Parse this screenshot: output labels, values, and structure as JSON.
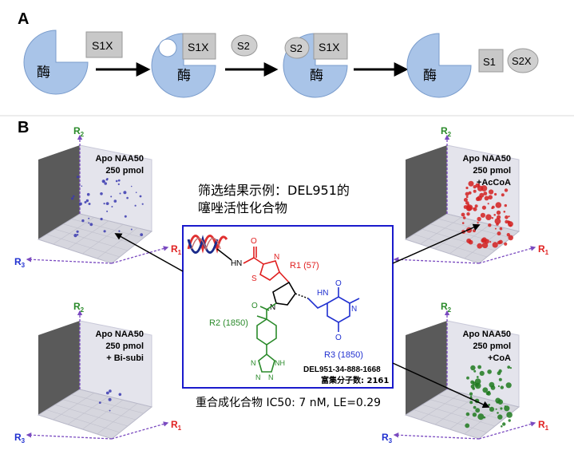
{
  "panel_a": {
    "label": "A",
    "enzyme_label": "酶",
    "step1": {
      "substrate": "S1X"
    },
    "step2": {
      "substrate": "S1X",
      "cosubstrate": "S2"
    },
    "step3": {
      "bound_s2": "S2",
      "bound_s1x": "S1X"
    },
    "step4": {
      "product_s1": "S1",
      "product_s2x": "S2X"
    }
  },
  "panel_b": {
    "label": "B",
    "plots": [
      {
        "id": "apo",
        "title_line1": "Apo NAA50",
        "title_line2": "250 pmol",
        "title_line3": "",
        "color": "#3a3ab0",
        "r1": "R1",
        "r2": "R2",
        "r3": "R3"
      },
      {
        "id": "acoa",
        "title_line1": "Apo NAA50",
        "title_line2": "250 pmol",
        "title_line3": "+AcCoA",
        "color": "#d42020",
        "r1": "R1",
        "r2": "R2",
        "r3": "R3"
      },
      {
        "id": "bisubi",
        "title_line1": "Apo NAA50",
        "title_line2": "250 pmol",
        "title_line3": "+ Bi-subi",
        "color": "#3a3ab0",
        "r1": "R1",
        "r2": "R2",
        "r3": "R3"
      },
      {
        "id": "coa",
        "title_line1": "Apo NAA50",
        "title_line2": "250 pmol",
        "title_line3": "+CoA",
        "color": "#1f7a1f",
        "r1": "R1",
        "r2": "R2",
        "r3": "R3"
      }
    ],
    "center_title_line1": "筛选结果示例：DEL951的",
    "center_title_line2": "噻唑活性化合物",
    "structure": {
      "r1_label": "R1 (57)",
      "r2_label": "R2 (1850)",
      "r3_label": "R3 (1850)",
      "compound_id": "DEL951-34-888-1668",
      "enrichment": "富集分子数: 2161",
      "n": "N",
      "s": "S",
      "o": "O",
      "h": "H",
      "nh": "NH",
      "hn": "HN",
      "n_n": "N"
    },
    "footer": "重合成化合物 IC50: 7 nM, LE=0.29"
  },
  "colors": {
    "enzyme_fill": "#a9c4e8",
    "enzyme_stroke": "#7a9ccc",
    "box_fill": "#c8c8c8",
    "circle_fill": "#cfcfcf",
    "frame_blue": "#1a1acc",
    "r1_red": "#e02020",
    "r2_green": "#2a8a2a",
    "r3_blue": "#2030d0",
    "axis_purple": "#7a4ac0"
  }
}
